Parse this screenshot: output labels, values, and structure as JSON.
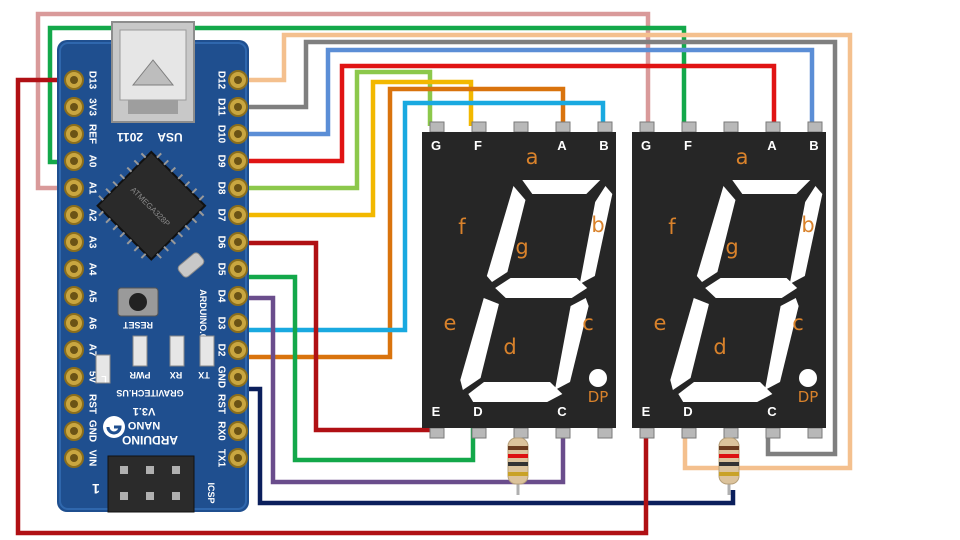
{
  "arduino": {
    "left_pins": [
      "D13",
      "3V3",
      "REF",
      "A0",
      "A1",
      "A2",
      "A3",
      "A4",
      "A5",
      "A6",
      "A7",
      "5V",
      "RST",
      "GND",
      "VIN"
    ],
    "right_pins": [
      "D12",
      "D11",
      "D10",
      "D9",
      "D8",
      "D7",
      "D6",
      "D5",
      "D4",
      "D3",
      "D2",
      "GND",
      "RST",
      "RX0",
      "TX1"
    ],
    "usb_text": "USA",
    "year_text": "2011",
    "chip_text": "ATMEGA328P",
    "reset_label": "RESET",
    "brand_text": "ARDUINO.CC",
    "led_labels": [
      "L",
      "PWR",
      "RX",
      "TX"
    ],
    "maker_text": "GRAVITECH.US",
    "version_text": "V3.1",
    "model_text": "NANO",
    "name_text": "ARDUINO",
    "icsp_label": "ICSP",
    "board_number": "1"
  },
  "displays": [
    {
      "top_pins": [
        "G",
        "F",
        "",
        "A",
        "B"
      ],
      "bottom_pins": [
        "E",
        "D",
        "",
        "C",
        ""
      ],
      "segments": [
        "a",
        "b",
        "c",
        "d",
        "e",
        "f",
        "g"
      ],
      "dp_label": "DP"
    },
    {
      "top_pins": [
        "G",
        "F",
        "",
        "A",
        "B"
      ],
      "bottom_pins": [
        "E",
        "D",
        "",
        "C",
        ""
      ],
      "segments": [
        "a",
        "b",
        "c",
        "d",
        "e",
        "f",
        "g"
      ],
      "dp_label": "DP"
    }
  ],
  "wire_colors": {
    "pink": "#d99a9a",
    "green": "#13a84a",
    "peach": "#f4c08e",
    "gray": "#7f7f7f",
    "blue": "#5b8ed6",
    "red": "#e01414",
    "lightgreen": "#8cc84b",
    "yellow": "#f2b800",
    "orange": "#d9730d",
    "cyan": "#19a9e0",
    "darkred": "#b01014",
    "purple": "#6a4d8c",
    "navy": "#0b1f5c"
  },
  "colors": {
    "board": "#1f4f8f",
    "display_body": "#262626",
    "segment_label": "#d9822b"
  }
}
